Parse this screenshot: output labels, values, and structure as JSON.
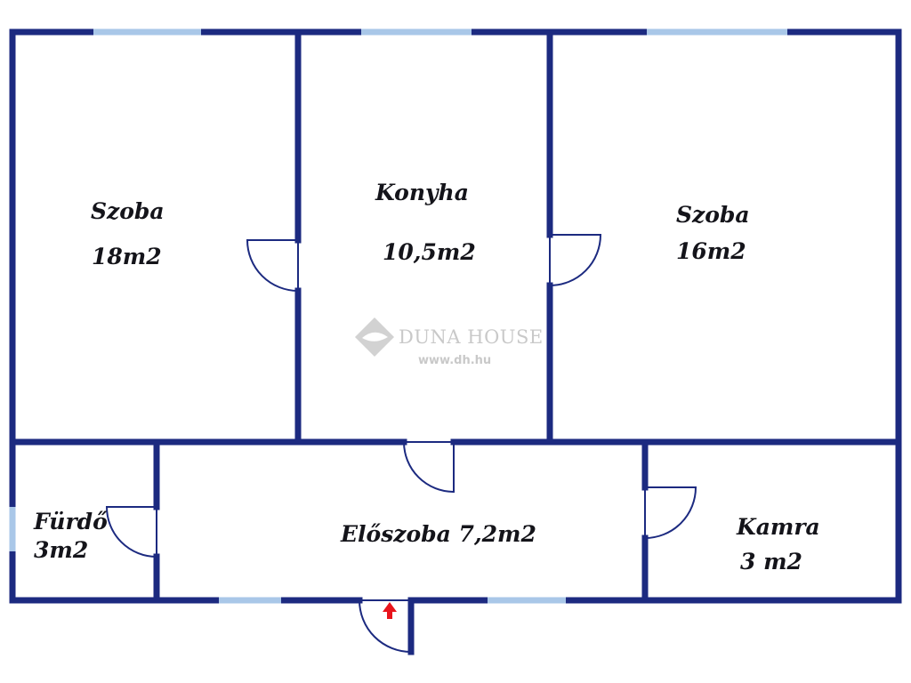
{
  "rooms": [
    {
      "name": "Szoba",
      "area": "18m2"
    },
    {
      "name": "Konyha",
      "area": "10,5m2"
    },
    {
      "name": "Szoba",
      "area": "16m2"
    },
    {
      "name": "Fürdő",
      "area": "3m2"
    },
    {
      "name": "Előszoba 7,2m2"
    },
    {
      "name": "Kamra",
      "area": "3 m2"
    }
  ],
  "watermark": {
    "brand": "DUNA HOUSE",
    "url": "www.dh.hu",
    "icon": "duna-house-logo-icon"
  },
  "entrance": {
    "icon": "red-up-arrow-icon",
    "color": "#e8141c"
  },
  "colors": {
    "wall": "#1c2a80",
    "window": "#a9c7e8"
  }
}
